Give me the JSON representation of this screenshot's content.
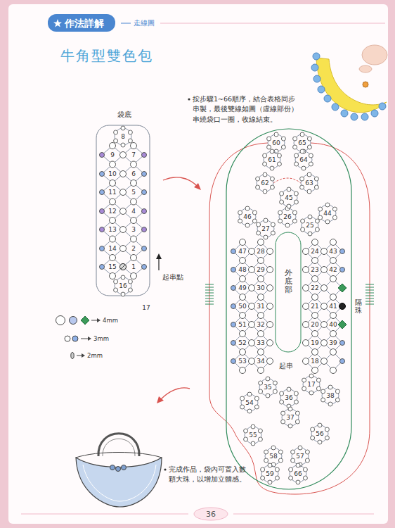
{
  "diagram": {
    "title": "牛角型雙色包",
    "nodes": [
      {
        "text": [
          "作法詳解"
        ]
      }
    ],
    "labels": [
      "走線圖",
      "按步驟1~66順序，結合表格同步串製，最後雙線如圖（虛線部份）串繞袋口一圈，收線結束。",
      "袋底",
      "1",
      "2",
      "3",
      "4",
      "5",
      "6",
      "7",
      "8",
      "9",
      "10",
      "11",
      "12",
      "13",
      "14",
      "15",
      "16",
      "17",
      "起串點",
      "17",
      "18",
      "19",
      "20",
      "21",
      "22",
      "23",
      "24",
      "25",
      "26",
      "27",
      "28",
      "29",
      "30",
      "31",
      "32",
      "33",
      "34",
      "35",
      "36",
      "37",
      "38",
      "39",
      "40",
      "41",
      "42",
      "43",
      "44",
      "45",
      "46",
      "47",
      "48",
      "49",
      "50",
      "51",
      "52",
      "53",
      "54",
      "55",
      "56",
      "57",
      "58",
      "59",
      "60",
      "61",
      "62",
      "63",
      "64",
      "65",
      "66",
      "外底部",
      "起串",
      "隔珠",
      "完成作品，袋內可置入數顆大珠，以增加立體感。",
      "36"
    ],
    "legend": [
      {
        "text": "4mm"
      },
      {
        "text": "3mm"
      },
      {
        "text": "2mm"
      }
    ]
  }
}
